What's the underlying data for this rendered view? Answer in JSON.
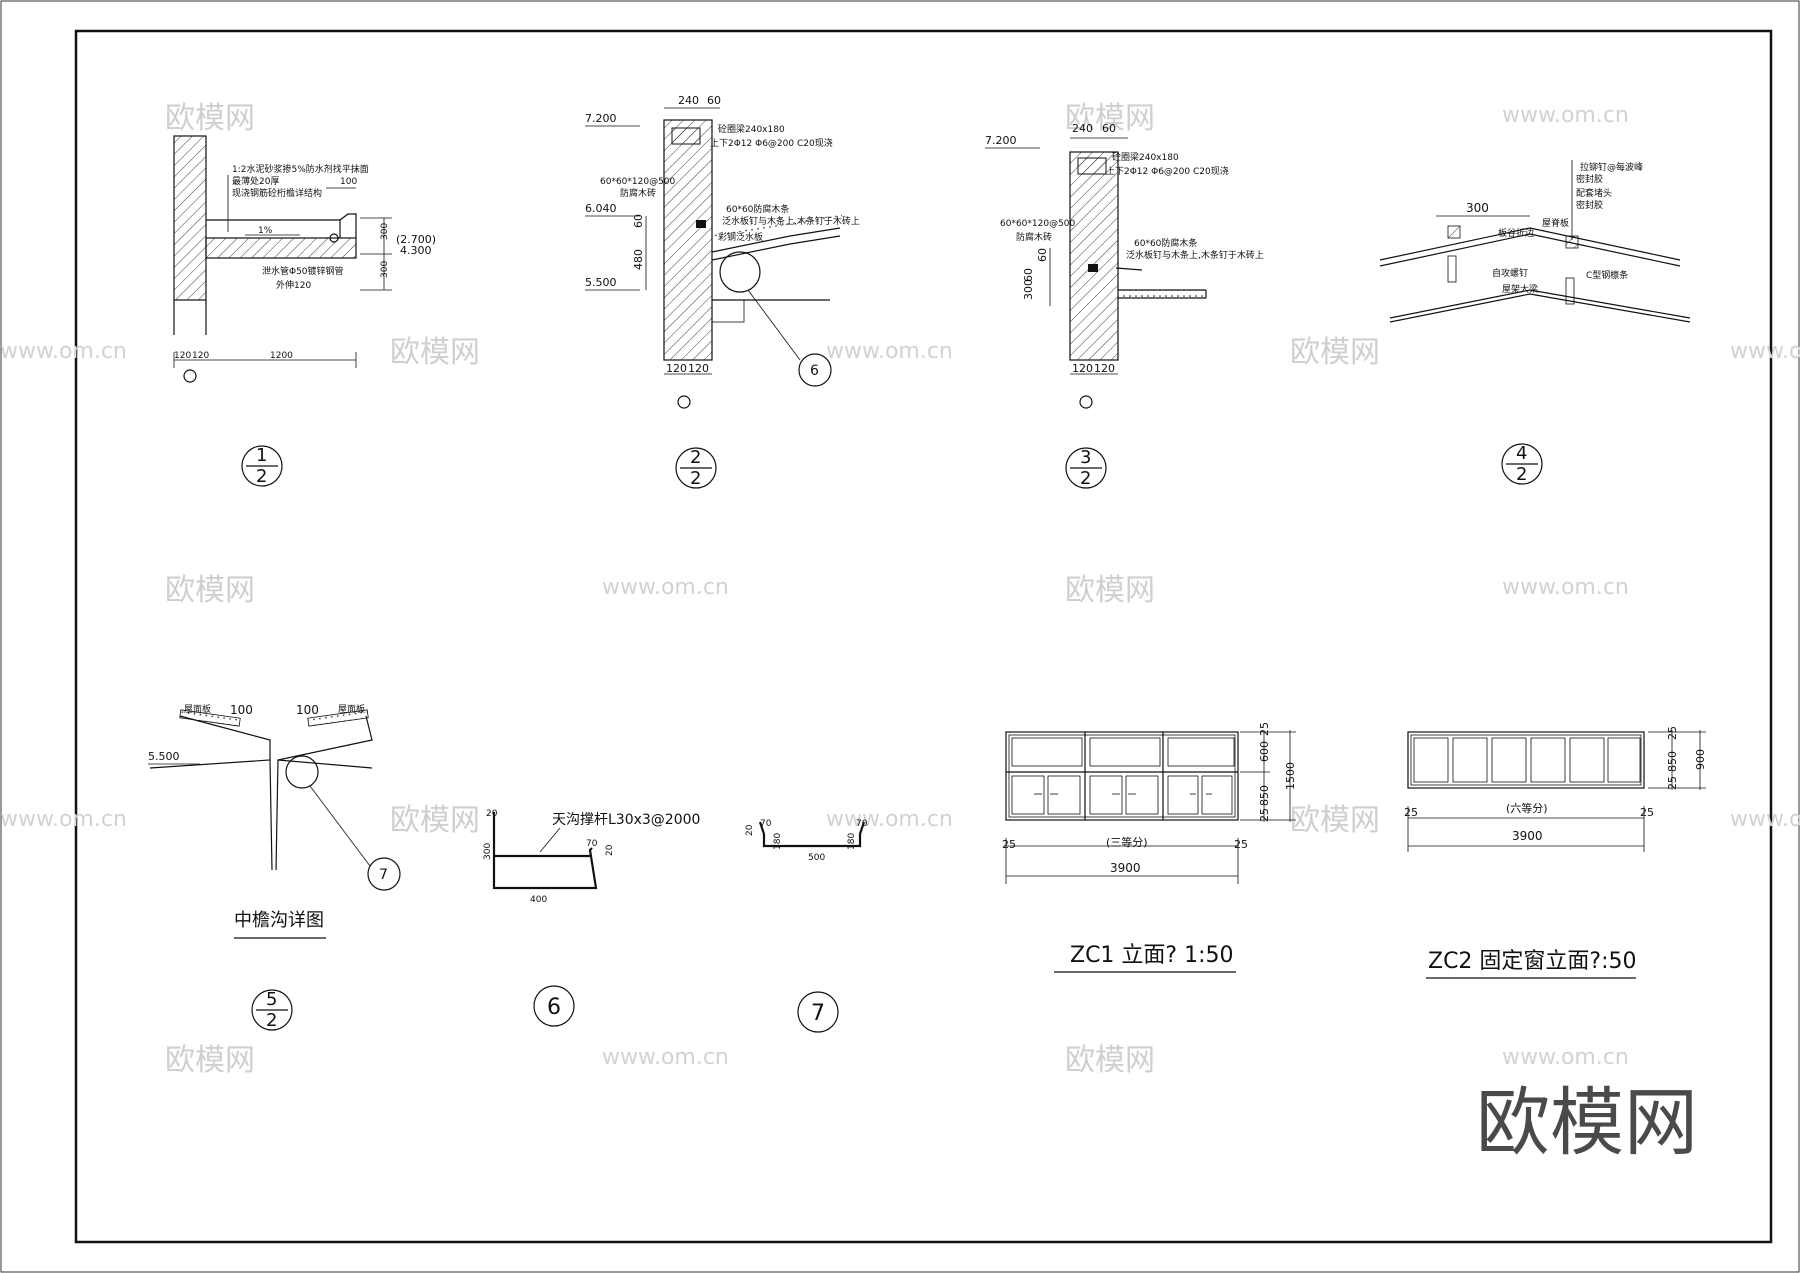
{
  "watermark": {
    "brand": "欧模网",
    "url": "www.om.cn",
    "logo_text": "欧模网"
  },
  "detail1": {
    "layers": [
      "1:2水泥砂浆掺5%防水剂找平抹面",
      "最薄处20厚",
      "现浇钢筋砼桁檐详结构"
    ],
    "dims": {
      "d100": "100",
      "d300a": "300",
      "d300b": "300",
      "d120a": "120",
      "d120b": "120",
      "d1200": "1200"
    },
    "elev_a": "(2.700)",
    "elev_b": "4.300",
    "slope": "1%",
    "pipe": "泄水管Φ50镀锌钢管",
    "pipe2": "外伸120",
    "callout": {
      "num": "1",
      "den": "2"
    }
  },
  "detail2": {
    "elevs": [
      "7.200",
      "6.040",
      "5.500"
    ],
    "dims": {
      "d240": "240",
      "d60": "60",
      "d480": "480",
      "d60b": "60",
      "d120a": "120",
      "d120b": "120"
    },
    "notes": [
      "砼圈梁240x180",
      "上下2Φ12 Φ6@200 C20现浇",
      "60*60*120@500",
      "防腐木砖",
      "60*60防腐木条",
      "泛水板钉与木条上,木条钉于木砖上",
      "彩钢泛水板"
    ],
    "ref": "6",
    "callout": {
      "num": "2",
      "den": "2"
    }
  },
  "detail3": {
    "elev": "7.200",
    "dims": {
      "d240": "240",
      "d60": "60",
      "d300": "300",
      "d60b": "60",
      "d60c": "60",
      "d120a": "120",
      "d120b": "120"
    },
    "notes": [
      "砼圈梁240x180",
      "上下2Φ12 Φ6@200 C20现浇",
      "60*60*120@500",
      "防腐木砖",
      "60*60防腐木条",
      "泛水板钉与木条上,木条钉于木砖上"
    ],
    "callout": {
      "num": "3",
      "den": "2"
    }
  },
  "detail4": {
    "dim": "300",
    "notes": [
      "拉铆钉@每波峰",
      "密封胶",
      "配套堵头",
      "密封胶",
      "屋脊板",
      "板谷折边",
      "自攻螺钉",
      "C型钢檩条",
      "屋架大梁"
    ],
    "callout": {
      "num": "4",
      "den": "2"
    }
  },
  "detail5": {
    "elev": "5.500",
    "labels": [
      "屋面板",
      "屋面板"
    ],
    "dims": [
      "100",
      "100"
    ],
    "ref": "7",
    "title": "中檐沟详图",
    "callout": {
      "num": "5",
      "den": "2"
    }
  },
  "detail6": {
    "note": "天沟撑杆L30x3@2000",
    "dims": {
      "d20": "20",
      "d300": "300",
      "d70": "70",
      "d20b": "20",
      "d400": "400"
    },
    "callout": "6"
  },
  "detail7": {
    "dims": {
      "d70a": "70",
      "d20a": "20",
      "d180a": "180",
      "d500": "500",
      "d70b": "70",
      "d180b": "180"
    },
    "callout": "7"
  },
  "zc1": {
    "dims_v": [
      "25",
      "600",
      "1500",
      "850",
      "25"
    ],
    "dim_left": "25",
    "dim_right": "25",
    "division": "(三等分)",
    "width": "3900",
    "title": "ZC1 立面? 1:50"
  },
  "zc2": {
    "dims_v": [
      "25",
      "850",
      "900",
      "25"
    ],
    "dim_left": "25",
    "dim_right": "25",
    "division": "(六等分)",
    "width": "3900",
    "title": "ZC2 固定窗立面?:50"
  }
}
